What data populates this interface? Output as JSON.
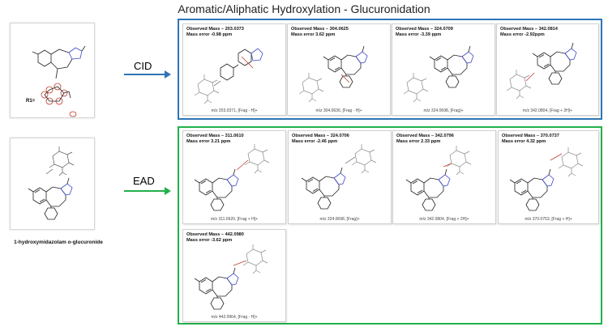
{
  "title": "Aromatic/Aliphatic Hydroxylation - Glucuronidation",
  "left": {
    "r1_label": "R1=",
    "compound_name": "1-hydroxymidazolam o-glucuronide"
  },
  "cid": {
    "label": "CID",
    "color": "#2e75b6",
    "panels": [
      {
        "mass": "Observed Mass – 203.0373",
        "error": "Mass error -0.98 ppm",
        "mz": "m/z 203.0371, [Frag - H]+"
      },
      {
        "mass": "Observed Mass – 304.0625",
        "error": "Mass error 3.62 ppm",
        "mz": "m/z 304.0636, [Frag - H]+"
      },
      {
        "mass": "Observed Mass – 324.0709",
        "error": "Mass error -3.39 ppm",
        "mz": "m/z 324.0698, [Frag]+"
      },
      {
        "mass": "Observed Mass – 342.0814",
        "error": "Mass error -2.92ppm",
        "mz": "m/z 342.0804, [Frag + 2H]+"
      }
    ]
  },
  "ead": {
    "label": "EAD",
    "color": "#22b14c",
    "panels": [
      {
        "mass": "Observed Mass – 311.0610",
        "error": "Mass error 3.21 ppm",
        "mz": "m/z 311.0620, [Frag + H]+"
      },
      {
        "mass": "Observed Mass – 324.0706",
        "error": "Mass error -2.46 ppm",
        "mz": "m/z 324.0698, [Frag]+"
      },
      {
        "mass": "Observed Mass – 342.0796",
        "error": "Mass error 2.33 ppm",
        "mz": "m/z 342.0804, [Frag + 2H]+"
      },
      {
        "mass": "Observed Mass – 370.0737",
        "error": "Mass error 4.32 ppm",
        "mz": "m/z 370.0753, [Frag + H]+"
      },
      {
        "mass": "Observed Mass – 442.0980",
        "error": "Mass error -3.62 ppm",
        "mz": "m/z 442.0964, [Frag - H]+"
      }
    ]
  }
}
